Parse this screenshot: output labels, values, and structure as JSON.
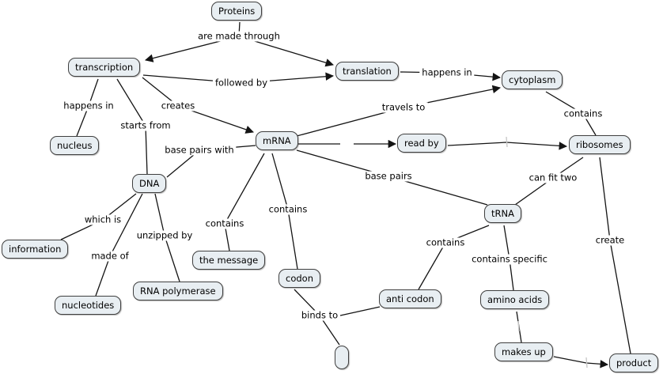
{
  "colors": {
    "background": "#ffffff",
    "node_fill": "#e8eef2",
    "node_border": "#3f3f3f",
    "line": "#141414",
    "text": "#000000",
    "empty_phrase_tick": "#c9c9c9"
  },
  "nodes": {
    "proteins": {
      "label": "Proteins"
    },
    "transcription": {
      "label": "transcription"
    },
    "translation": {
      "label": "translation"
    },
    "cytoplasm": {
      "label": "cytoplasm"
    },
    "nucleus": {
      "label": "nucleus"
    },
    "mrna": {
      "label": "mRNA"
    },
    "read_by": {
      "label": "read by"
    },
    "ribosomes": {
      "label": "ribosomes"
    },
    "dna": {
      "label": "DNA"
    },
    "trna": {
      "label": "tRNA"
    },
    "information": {
      "label": "information"
    },
    "the_message": {
      "label": "the message"
    },
    "codon": {
      "label": "codon"
    },
    "rna_polymerase": {
      "label": "RNA polymerase"
    },
    "anti_codon": {
      "label": "anti codon"
    },
    "amino_acids": {
      "label": "amino acids"
    },
    "nucleotides": {
      "label": "nucleotides"
    },
    "makes_up": {
      "label": "makes up"
    },
    "product": {
      "label": "product"
    },
    "unnamed": {
      "label": ""
    }
  },
  "phrases": {
    "are_made_through": {
      "label": "are made through"
    },
    "followed_by": {
      "label": "followed by"
    },
    "happens_in_nucleus": {
      "label": "happens in"
    },
    "creates": {
      "label": "creates"
    },
    "starts_from": {
      "label": "starts from"
    },
    "base_pairs_with": {
      "label": "base pairs with"
    },
    "happens_in_cytoplasm": {
      "label": "happens in"
    },
    "travels_to": {
      "label": "travels to"
    },
    "contains_ribosomes": {
      "label": "contains"
    },
    "can_fit_two": {
      "label": "can fit two"
    },
    "base_pairs": {
      "label": "base pairs"
    },
    "contains_codon": {
      "label": "contains"
    },
    "contains_message": {
      "label": "contains"
    },
    "which_is": {
      "label": "which is"
    },
    "unzipped_by": {
      "label": "unzipped by"
    },
    "made_of": {
      "label": "made of"
    },
    "binds_to": {
      "label": "binds to"
    },
    "contains_anticodon": {
      "label": "contains"
    },
    "contains_specific": {
      "label": "contains specific"
    },
    "create": {
      "label": "create"
    }
  },
  "connections": [
    {
      "from": "proteins",
      "phrase": "are_made_through",
      "to": [
        "transcription",
        "translation"
      ],
      "arrow": true
    },
    {
      "from": "transcription",
      "phrase": "followed_by",
      "to": [
        "translation"
      ],
      "arrow": true
    },
    {
      "from": "transcription",
      "phrase": "happens_in_nucleus",
      "to": [
        "nucleus"
      ],
      "arrow": false
    },
    {
      "from": "transcription",
      "phrase": "starts_from",
      "to": [
        "dna"
      ],
      "arrow": false
    },
    {
      "from": "transcription",
      "phrase": "creates",
      "to": [
        "mrna"
      ],
      "arrow": true
    },
    {
      "from": "dna",
      "phrase": "base_pairs_with",
      "to": [
        "mrna"
      ],
      "arrow": false
    },
    {
      "from": "dna",
      "phrase": "which_is",
      "to": [
        "information"
      ],
      "arrow": false
    },
    {
      "from": "dna",
      "phrase": "made_of",
      "to": [
        "nucleotides"
      ],
      "arrow": false
    },
    {
      "from": "dna",
      "phrase": "unzipped_by",
      "to": [
        "rna_polymerase"
      ],
      "arrow": false
    },
    {
      "from": "mrna",
      "phrase": null,
      "to": [
        "read_by"
      ],
      "arrow": true
    },
    {
      "from": "read_by",
      "phrase": null,
      "to": [
        "ribosomes"
      ],
      "arrow": true
    },
    {
      "from": "mrna",
      "phrase": "travels_to",
      "to": [
        "cytoplasm"
      ],
      "arrow": true
    },
    {
      "from": "translation",
      "phrase": "happens_in_cytoplasm",
      "to": [
        "cytoplasm"
      ],
      "arrow": true
    },
    {
      "from": "cytoplasm",
      "phrase": "contains_ribosomes",
      "to": [
        "ribosomes"
      ],
      "arrow": false
    },
    {
      "from": "mrna",
      "phrase": "base_pairs",
      "to": [
        "trna"
      ],
      "arrow": false
    },
    {
      "from": "ribosomes",
      "phrase": "can_fit_two",
      "to": [
        "trna"
      ],
      "arrow": false
    },
    {
      "from": "ribosomes",
      "phrase": "create",
      "to": [
        "product"
      ],
      "arrow": false
    },
    {
      "from": "mrna",
      "phrase": "contains_codon",
      "to": [
        "codon"
      ],
      "arrow": false
    },
    {
      "from": "mrna",
      "phrase": "contains_message",
      "to": [
        "the_message"
      ],
      "arrow": false
    },
    {
      "from": "codon",
      "phrase": "binds_to",
      "to": [
        "unnamed",
        "anti_codon"
      ],
      "arrow": false
    },
    {
      "from": "trna",
      "phrase": "contains_anticodon",
      "to": [
        "anti_codon"
      ],
      "arrow": false
    },
    {
      "from": "trna",
      "phrase": "contains_specific",
      "to": [
        "amino_acids"
      ],
      "arrow": false
    },
    {
      "from": "amino_acids",
      "phrase": null,
      "to": [
        "makes_up"
      ],
      "arrow": false
    },
    {
      "from": "makes_up",
      "phrase": null,
      "to": [
        "product"
      ],
      "arrow": true
    }
  ]
}
